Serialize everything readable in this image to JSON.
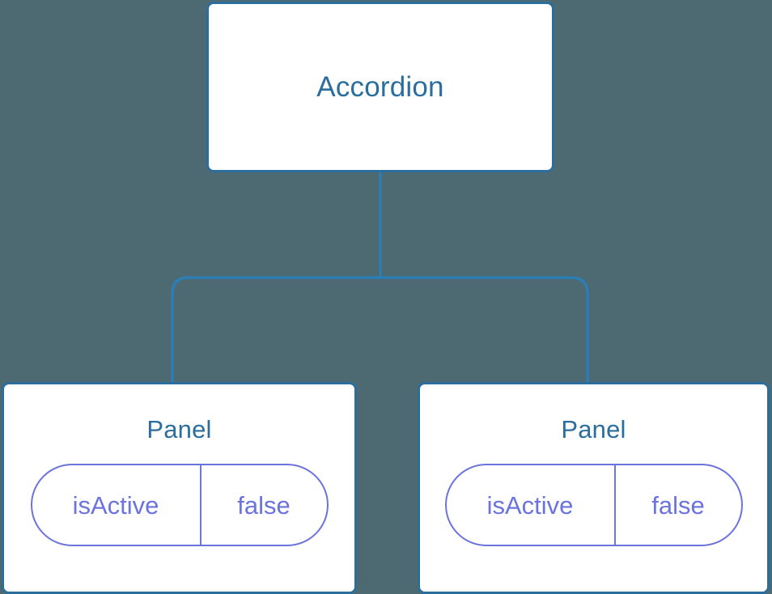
{
  "diagram": {
    "type": "component-tree",
    "background_color": "#4d6a73",
    "node_border_color": "#2b6e9d",
    "node_title_color": "#2b6e9d",
    "prop_color": "#6b73dd",
    "connector_color": "#2b7fb8"
  },
  "root": {
    "title": "Accordion"
  },
  "children": [
    {
      "title": "Panel",
      "props": [
        {
          "key": "isActive",
          "value": "false"
        }
      ]
    },
    {
      "title": "Panel",
      "props": [
        {
          "key": "isActive",
          "value": "false"
        }
      ]
    }
  ]
}
